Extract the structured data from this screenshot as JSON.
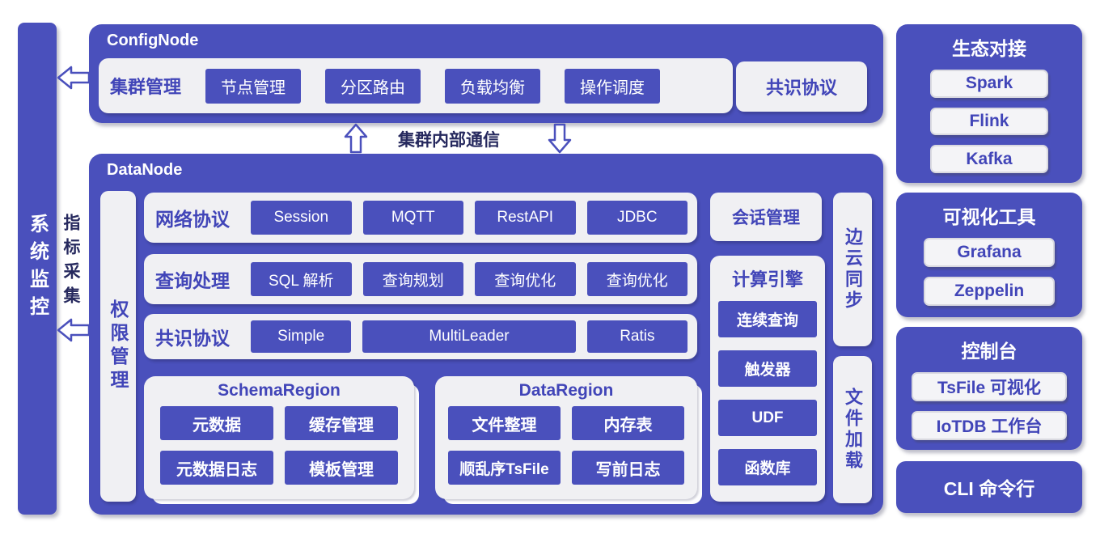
{
  "colors": {
    "accent_blue": "#4a50bc",
    "panel_light": "#f0f0f3",
    "navy_text": "#26295e",
    "blue_text": "#4145b8"
  },
  "left_monitor": {
    "label": "系统监控",
    "metric_label": "指标采集"
  },
  "config_node": {
    "title": "ConfigNode",
    "cluster_mgmt": {
      "label": "集群管理",
      "buttons": [
        "节点管理",
        "分区路由",
        "负载均衡",
        "操作调度"
      ]
    },
    "consensus_label": "共识协议"
  },
  "comm_label": "集群内部通信",
  "data_node": {
    "title": "DataNode",
    "permission_label": "权限管理",
    "rows": [
      {
        "label": "网络协议",
        "buttons": [
          "Session",
          "MQTT",
          "RestAPI",
          "JDBC"
        ]
      },
      {
        "label": "查询处理",
        "buttons": [
          "SQL 解析",
          "查询规划",
          "查询优化",
          "查询优化"
        ]
      },
      {
        "label": "共识协议",
        "buttons": [
          "Simple",
          "MultiLeader",
          "Ratis"
        ]
      }
    ],
    "schema_region": {
      "title": "SchemaRegion",
      "buttons": [
        "元数据",
        "缓存管理",
        "元数据日志",
        "模板管理"
      ]
    },
    "data_region": {
      "title": "DataRegion",
      "buttons": [
        "文件整理",
        "内存表",
        "顺乱序TsFile",
        "写前日志"
      ]
    },
    "session_label": "会话管理",
    "compute_engine": {
      "title": "计算引擎",
      "buttons": [
        "连续查询",
        "触发器",
        "UDF",
        "函数库"
      ]
    },
    "edge_cloud_sync_label": "边云同步",
    "file_load_label": "文件加载"
  },
  "right_column": {
    "ecosystem": {
      "title": "生态对接",
      "items": [
        "Spark",
        "Flink",
        "Kafka"
      ]
    },
    "visualization": {
      "title": "可视化工具",
      "items": [
        "Grafana",
        "Zeppelin"
      ]
    },
    "console": {
      "title": "控制台",
      "items": [
        "TsFile 可视化",
        "IoTDB 工作台"
      ]
    },
    "cli_label": "CLI 命令行"
  }
}
